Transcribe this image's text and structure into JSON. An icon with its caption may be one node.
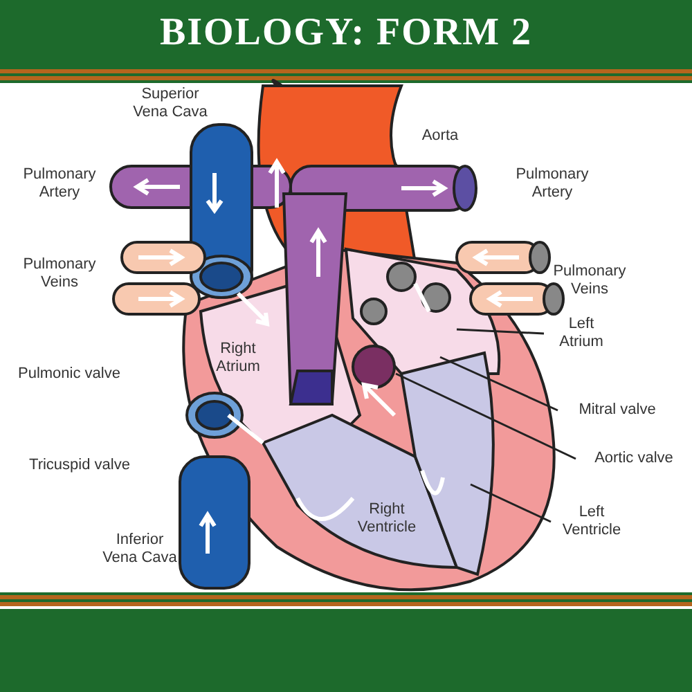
{
  "diagram": {
    "title": "BIOLOGY: FORM 2",
    "nodes": [
      {
        "text": [
          "Left Atrium"
        ]
      },
      {
        "text": [
          "Mitral valve"
        ]
      },
      {
        "text": [
          "Aortic valve"
        ]
      },
      {
        "text": [
          "Left Ventricle"
        ]
      }
    ],
    "edges": [
      {
        "from": 0,
        "to": null,
        "arrow": "none"
      },
      {
        "from": 1,
        "to": null,
        "arrow": "none"
      },
      {
        "from": 2,
        "to": null,
        "arrow": "none"
      },
      {
        "from": 3,
        "to": null,
        "arrow": "none"
      }
    ],
    "labels": [
      "Superior Vena Cava",
      "Aorta",
      "Pulmonary Artery",
      "Pulmonary Artery",
      "Pulmonary Veins",
      "Pulmonary Veins",
      "Right Atrium",
      "Pulmonic valve",
      "Tricuspid valve",
      "Right Ventricle",
      "Inferior Vena Cava"
    ]
  }
}
